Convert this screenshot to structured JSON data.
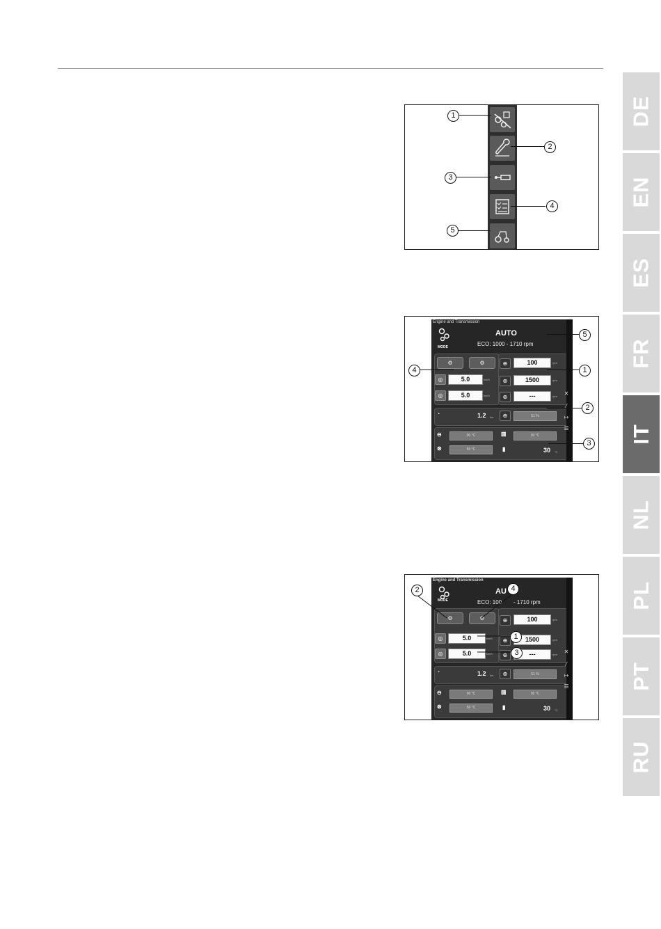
{
  "languages": [
    {
      "code": "DE",
      "active": false
    },
    {
      "code": "EN",
      "active": false
    },
    {
      "code": "ES",
      "active": false
    },
    {
      "code": "FR",
      "active": false
    },
    {
      "code": "IT",
      "active": true
    },
    {
      "code": "NL",
      "active": false
    },
    {
      "code": "PL",
      "active": false
    },
    {
      "code": "PT",
      "active": false
    },
    {
      "code": "RU",
      "active": false
    }
  ],
  "figure1": {
    "callouts": [
      "1",
      "2",
      "3",
      "4",
      "5"
    ],
    "buttons": [
      {
        "icon": "engine-transmission-icon"
      },
      {
        "icon": "wrench-icon"
      },
      {
        "icon": "hitch-icon"
      },
      {
        "icon": "checklist-icon"
      },
      {
        "icon": "tractor-icon"
      }
    ]
  },
  "screen": {
    "header": "Engine and Transmission",
    "mode_label": "MODE",
    "mode_value": "AUTO",
    "eco": "ECO: 1000 - 1710 rpm",
    "speed1": "5.0",
    "speed2": "5.0",
    "speed_unit": "km/h",
    "rpm1": "100",
    "rpm2": "1500",
    "rpm3": "---",
    "rpm_unit": "rpm",
    "slip": "1.2",
    "slip_unit": "km",
    "load": "51 %",
    "temp1": "90 °C",
    "temp2": "50 °C",
    "temp3": "30 °C",
    "ambient": "30",
    "ambient_unit": "°C"
  },
  "figure2": {
    "callouts": [
      "1",
      "2",
      "3",
      "4",
      "5"
    ]
  },
  "figure3": {
    "header": "Engine and Transmission",
    "mode_value_partial": "AU",
    "eco_partial_left": "ECO: 100",
    "eco_partial_right": "- 1710 rpm",
    "callouts": [
      "1",
      "2",
      "3",
      "4"
    ]
  }
}
